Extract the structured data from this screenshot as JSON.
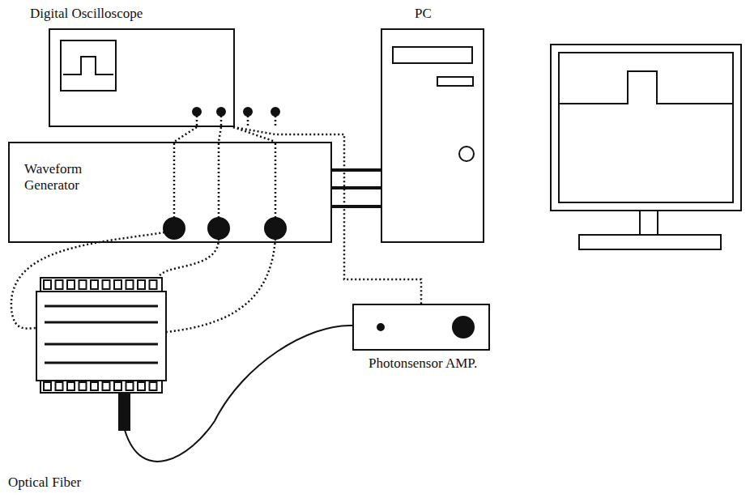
{
  "diagram": {
    "nodes": [
      {
        "text": [
          "Digital Oscilloscope"
        ]
      },
      {
        "text": [
          "PC"
        ]
      },
      {
        "text": [
          "Waveform Generator"
        ]
      },
      {
        "text": [
          "Photonsensor AMP."
        ]
      }
    ],
    "edges": [
      {
        "from": 0,
        "to": 2,
        "arrow": "none"
      },
      {
        "from": 0,
        "to": 2,
        "arrow": "none"
      },
      {
        "from": 0,
        "to": 2,
        "arrow": "none"
      },
      {
        "from": 0,
        "to": 3,
        "arrow": "none"
      },
      {
        "from": 2,
        "to": 1,
        "arrow": "none"
      },
      {
        "from": 2,
        "to": 1,
        "arrow": "none"
      },
      {
        "from": 2,
        "to": 1,
        "arrow": "none"
      }
    ],
    "labels": [
      "Optical Fiber"
    ]
  }
}
